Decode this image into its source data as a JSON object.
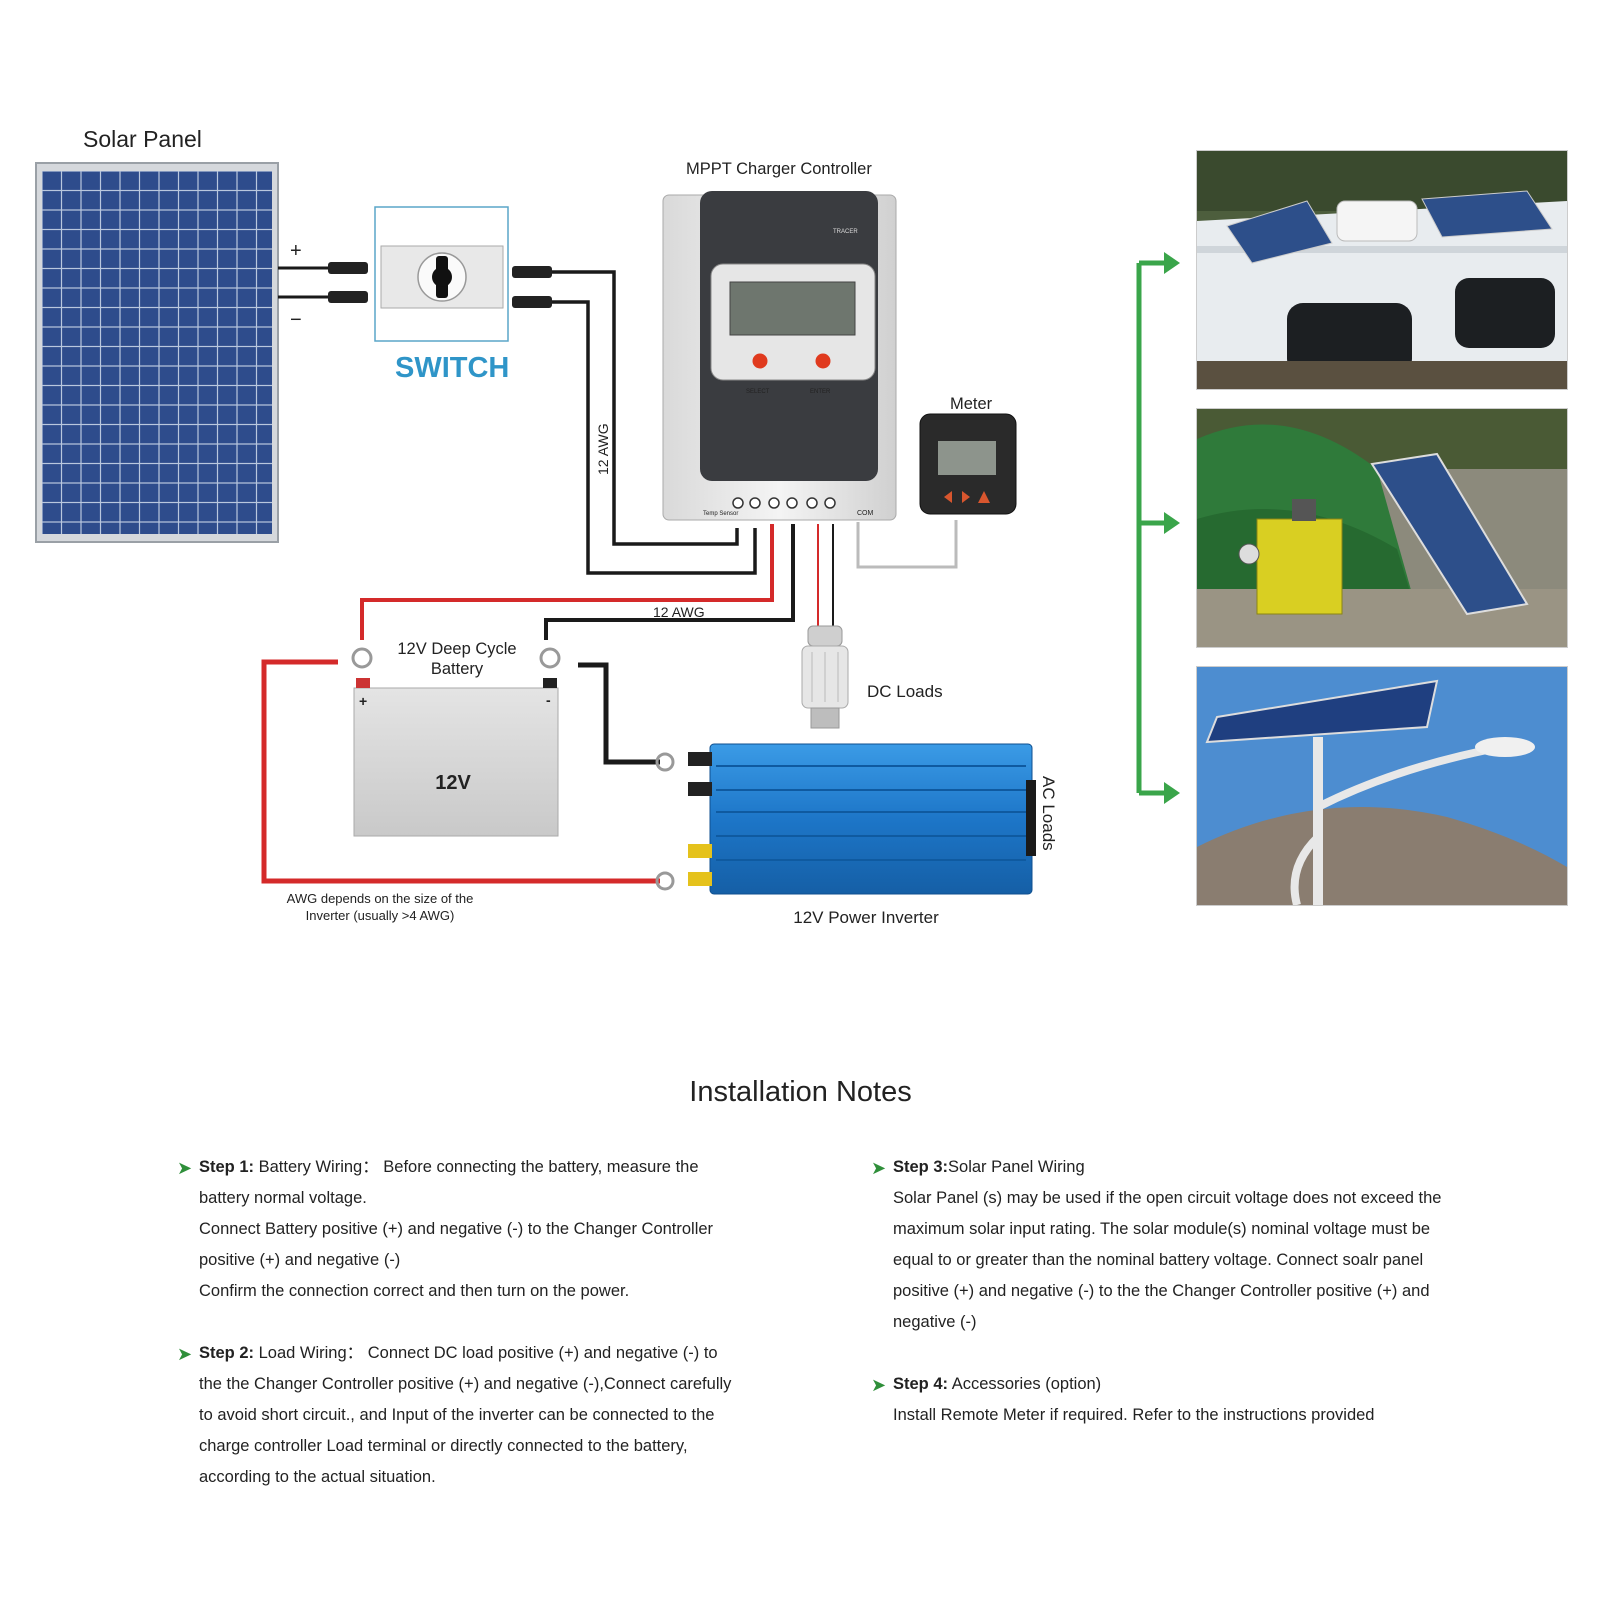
{
  "diagram": {
    "solar_panel_label": "Solar Panel",
    "plus_sign": "+",
    "minus_sign": "−",
    "switch_label": "SWITCH",
    "controller_label": "MPPT Charger Controller",
    "controller_brand": "TRACER",
    "controller_btn_left": "SELECT",
    "controller_btn_right": "ENTER",
    "controller_port_temp": "Temp Sensor",
    "controller_port_com": "COM",
    "meter_label": "Meter",
    "wire_vertical_label": "12 AWG",
    "wire_horizontal_label": "12 AWG",
    "battery_label_line1": "12V Deep Cycle",
    "battery_label_line2": "Battery",
    "battery_voltage": "12V",
    "battery_plus": "+",
    "battery_minus": "-",
    "dc_loads_label": "DC Loads",
    "ac_loads_label": "AC Loads",
    "inverter_label": "12V Power Inverter",
    "awg_note_line1": "AWG depends on the size of the",
    "awg_note_line2": "Inverter (usually >4 AWG)",
    "colors": {
      "wire_red": "#d42a2a",
      "wire_black": "#1a1a1a",
      "switch_text": "#2f95c8",
      "arrow_green": "#3aa54a",
      "inverter_blue": "#1f7fd0",
      "panel_blue": "#2f4f8f"
    }
  },
  "photos": [
    {
      "name": "rv-roof-solar-photo"
    },
    {
      "name": "camping-solar-photo"
    },
    {
      "name": "solar-street-light-photo"
    }
  ],
  "notes": {
    "title": "Installation Notes",
    "step1": {
      "head_bold": "Step 1:",
      "head_rest": " Battery Wiring： Before connecting the battery, measure the",
      "lines": [
        "battery normal voltage.",
        "Connect Battery positive (+) and negative (-) to the Changer Controller",
        "positive (+) and negative (-)",
        "Confirm the connection correct and then turn on the power."
      ]
    },
    "step2": {
      "head_bold": "Step 2:",
      "head_rest": " Load Wiring： Connect DC load positive (+) and negative (-) to",
      "lines": [
        "the the Changer Controller positive (+) and negative (-),Connect carefully",
        "to avoid short circuit., and  Input of the inverter can be connected to the",
        "charge controller Load terminal or directly connected to the battery,",
        "according to the actual situation."
      ]
    },
    "step3": {
      "head_bold": "Step 3:",
      "head_rest": "Solar  Panel  Wiring",
      "lines": [
        "Solar Panel (s) may be used if the open circuit voltage does not exceed the",
        "maximum solar input rating. The solar module(s) nominal voltage must be",
        "equal to or greater than the nominal battery voltage. Connect soalr panel",
        "positive (+) and negative (-) to the the Changer Controller positive (+) and",
        "negative (-)"
      ]
    },
    "step4": {
      "head_bold": "Step 4:",
      "head_rest": " Accessories (option)",
      "lines": [
        "Install Remote Meter if required. Refer to the instructions provided"
      ]
    }
  }
}
